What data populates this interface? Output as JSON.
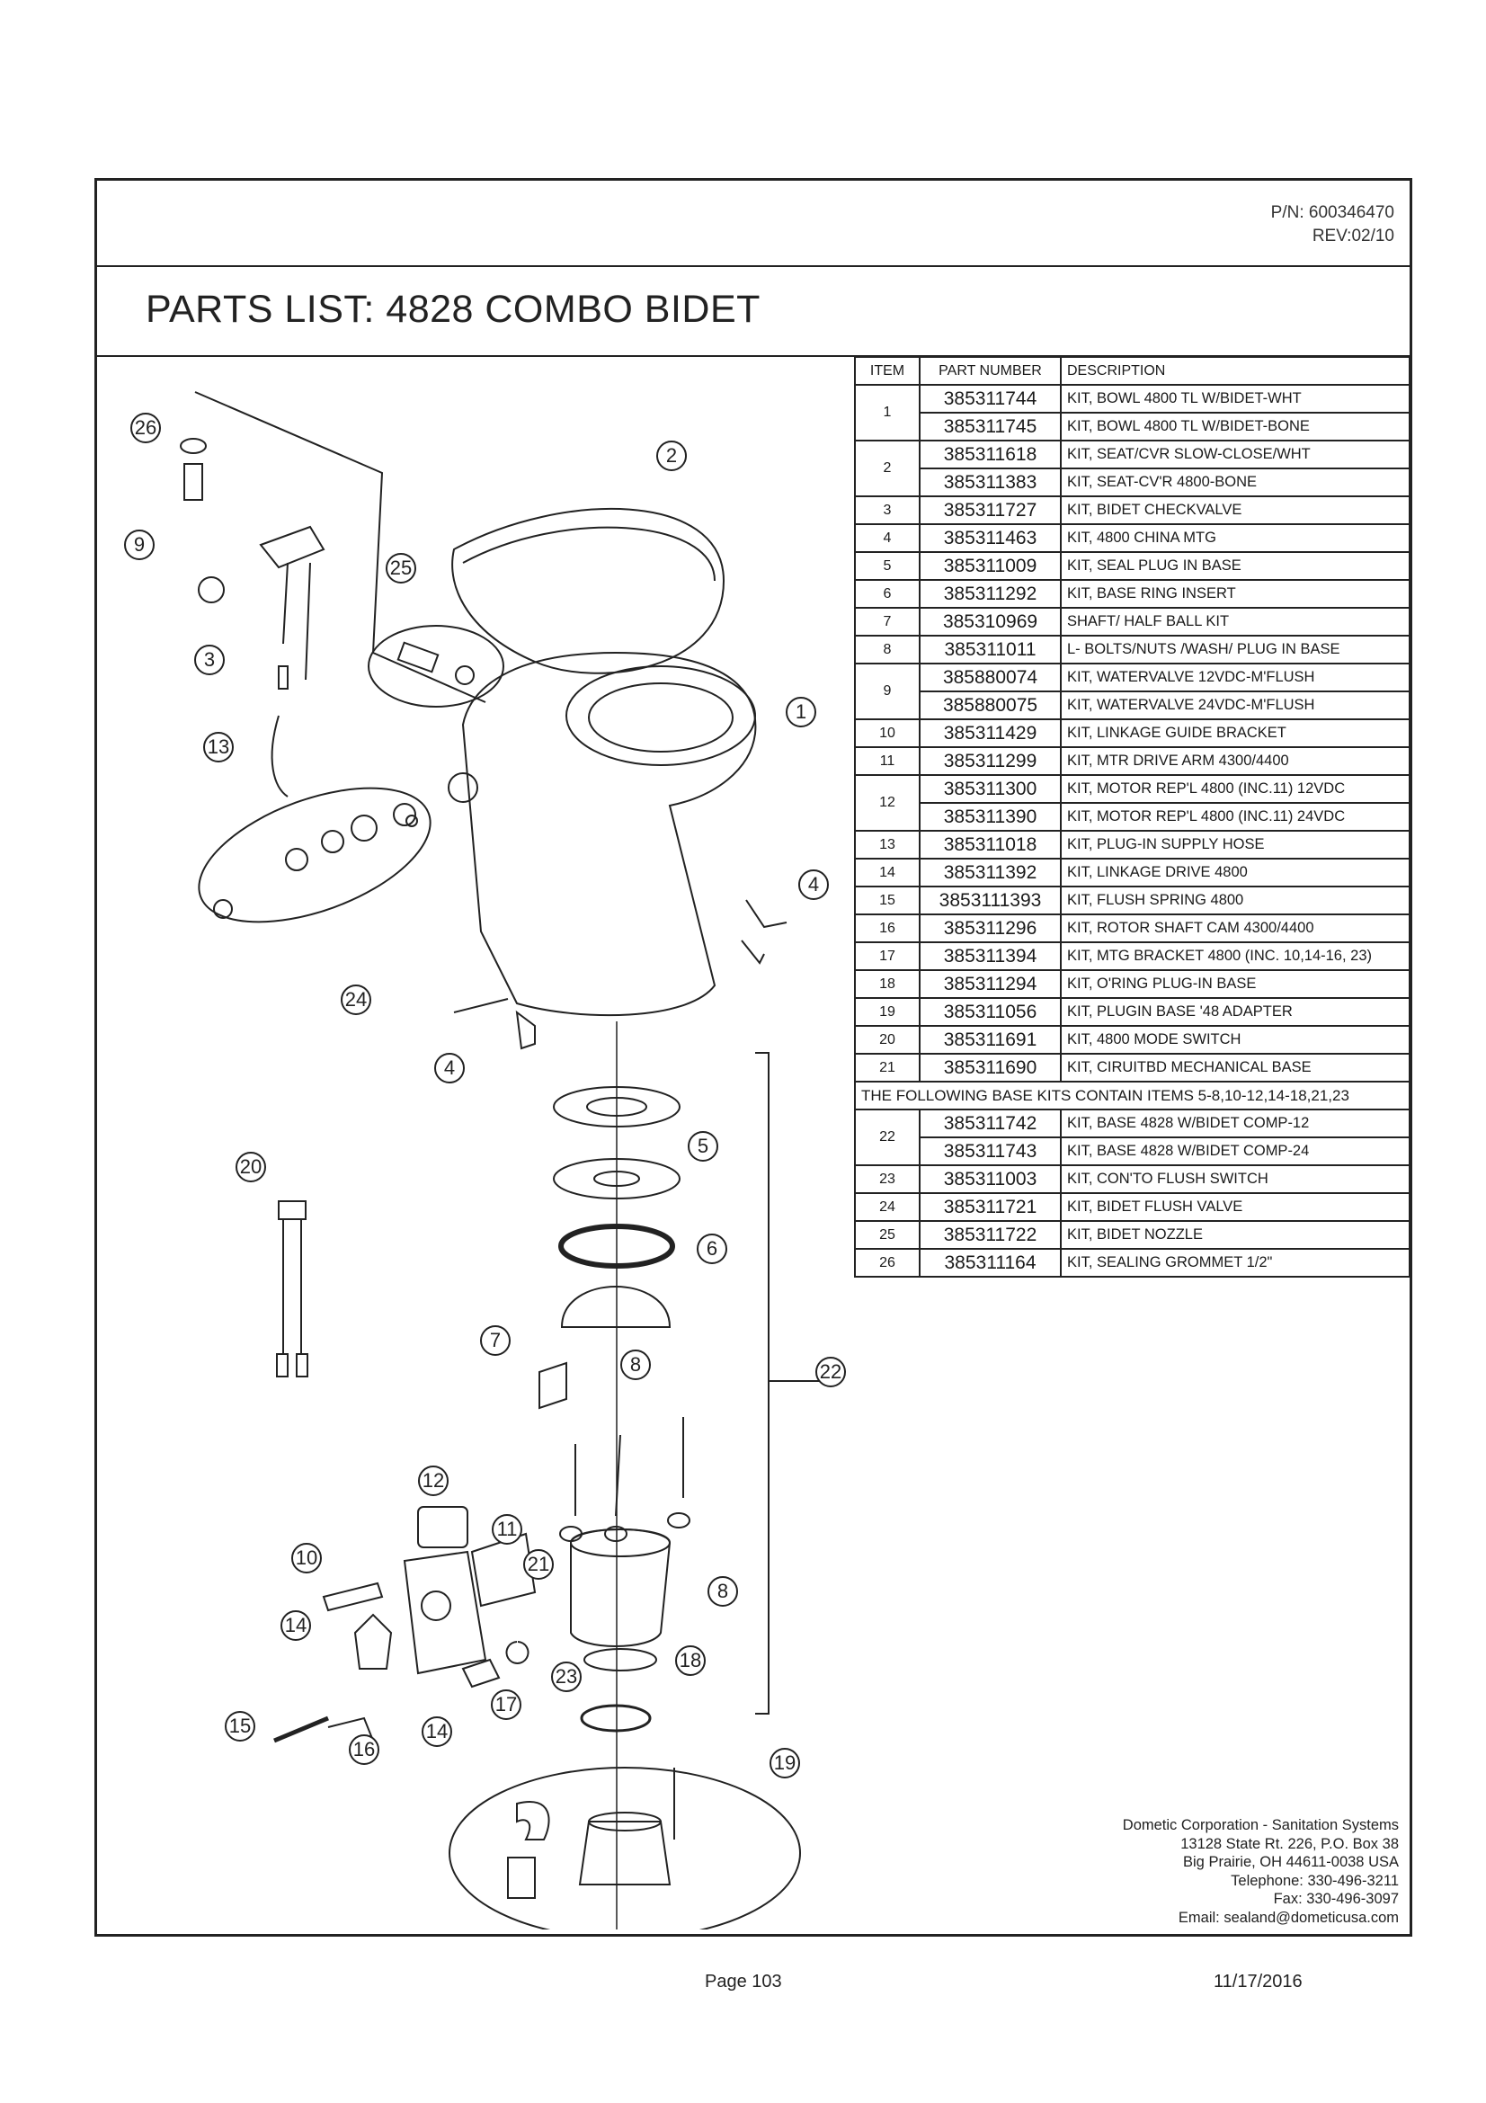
{
  "header": {
    "part_number": "P/N:  600346470",
    "revision": "REV:02/10"
  },
  "title": "PARTS LIST:  4828  COMBO BIDET",
  "table": {
    "columns": [
      "ITEM",
      "PART NUMBER",
      "DESCRIPTION"
    ],
    "rows": [
      {
        "item": "1",
        "parts": [
          [
            "385311744",
            "KIT, BOWL 4800 TL W/BIDET-WHT"
          ],
          [
            "385311745",
            "KIT, BOWL 4800 TL W/BIDET-BONE"
          ]
        ]
      },
      {
        "item": "2",
        "parts": [
          [
            "385311618",
            "KIT, SEAT/CVR SLOW-CLOSE/WHT"
          ],
          [
            "385311383",
            "KIT, SEAT-CV'R 4800-BONE"
          ]
        ]
      },
      {
        "item": "3",
        "parts": [
          [
            "385311727",
            "KIT, BIDET CHECKVALVE"
          ]
        ]
      },
      {
        "item": "4",
        "parts": [
          [
            "385311463",
            "KIT, 4800 CHINA MTG"
          ]
        ]
      },
      {
        "item": "5",
        "parts": [
          [
            "385311009",
            "KIT, SEAL PLUG IN BASE"
          ]
        ]
      },
      {
        "item": "6",
        "parts": [
          [
            "385311292",
            "KIT, BASE RING INSERT"
          ]
        ]
      },
      {
        "item": "7",
        "parts": [
          [
            "385310969",
            "SHAFT/ HALF BALL KIT"
          ]
        ]
      },
      {
        "item": "8",
        "parts": [
          [
            "385311011",
            "L- BOLTS/NUTS /WASH/ PLUG IN BASE"
          ]
        ]
      },
      {
        "item": "9",
        "parts": [
          [
            "385880074",
            "KIT, WATERVALVE 12VDC-M'FLUSH"
          ],
          [
            "385880075",
            "KIT, WATERVALVE 24VDC-M'FLUSH"
          ]
        ]
      },
      {
        "item": "10",
        "parts": [
          [
            "385311429",
            "KIT, LINKAGE GUIDE BRACKET"
          ]
        ]
      },
      {
        "item": "11",
        "parts": [
          [
            "385311299",
            "KIT, MTR DRIVE ARM 4300/4400"
          ]
        ]
      },
      {
        "item": "12",
        "parts": [
          [
            "385311300",
            "KIT, MOTOR REP'L 4800 (INC.11) 12VDC"
          ],
          [
            "385311390",
            "KIT, MOTOR REP'L 4800 (INC.11) 24VDC"
          ]
        ]
      },
      {
        "item": "13",
        "parts": [
          [
            "385311018",
            "KIT, PLUG-IN SUPPLY HOSE"
          ]
        ]
      },
      {
        "item": "14",
        "parts": [
          [
            "385311392",
            "KIT, LINKAGE DRIVE 4800"
          ]
        ]
      },
      {
        "item": "15",
        "parts": [
          [
            "3853111393",
            "KIT, FLUSH SPRING 4800"
          ]
        ]
      },
      {
        "item": "16",
        "parts": [
          [
            "385311296",
            "KIT, ROTOR SHAFT CAM 4300/4400"
          ]
        ]
      },
      {
        "item": "17",
        "parts": [
          [
            "385311394",
            "KIT, MTG BRACKET 4800 (INC. 10,14-16, 23)"
          ]
        ]
      },
      {
        "item": "18",
        "parts": [
          [
            "385311294",
            "KIT, O'RING PLUG-IN BASE"
          ]
        ]
      },
      {
        "item": "19",
        "parts": [
          [
            "385311056",
            "KIT, PLUGIN BASE '48 ADAPTER"
          ]
        ]
      },
      {
        "item": "20",
        "parts": [
          [
            "385311691",
            "KIT, 4800 MODE SWITCH"
          ]
        ]
      },
      {
        "item": "21",
        "parts": [
          [
            "385311690",
            "KIT, CIRUITBD MECHANICAL BASE"
          ]
        ]
      },
      {
        "note": "THE FOLLOWING BASE KITS CONTAIN ITEMS 5-8,10-12,14-18,21,23"
      },
      {
        "item": "22",
        "parts": [
          [
            "385311742",
            "KIT, BASE 4828 W/BIDET COMP-12"
          ],
          [
            "385311743",
            "KIT, BASE 4828 W/BIDET COMP-24"
          ]
        ]
      },
      {
        "item": "23",
        "parts": [
          [
            "385311003",
            "KIT, CON'TO FLUSH SWITCH"
          ]
        ]
      },
      {
        "item": "24",
        "parts": [
          [
            "385311721",
            "KIT, BIDET FLUSH VALVE"
          ]
        ]
      },
      {
        "item": "25",
        "parts": [
          [
            "385311722",
            "KIT, BIDET NOZZLE"
          ]
        ]
      },
      {
        "item": "26",
        "parts": [
          [
            "385311164",
            "KIT, SEALING GROMMET 1/2\""
          ]
        ]
      }
    ]
  },
  "diagram": {
    "callouts": [
      "26",
      "2",
      "9",
      "25",
      "3",
      "1",
      "13",
      "4",
      "24",
      "4",
      "5",
      "20",
      "6",
      "7",
      "8",
      "22",
      "12",
      "11",
      "10",
      "21",
      "8",
      "14",
      "18",
      "23",
      "17",
      "15",
      "14",
      "16",
      "19"
    ]
  },
  "address": {
    "company": "Dometic Corporation - Sanitation Systems",
    "street": "13128 State Rt. 226, P.O. Box 38",
    "city": "Big Prairie, OH 44611-0038 USA",
    "phone": "Telephone: 330-496-3211",
    "fax": "Fax: 330-496-3097",
    "email": "Email: sealand@dometicusa.com"
  },
  "footer": {
    "page": "Page 103",
    "date": "11/17/2016"
  }
}
